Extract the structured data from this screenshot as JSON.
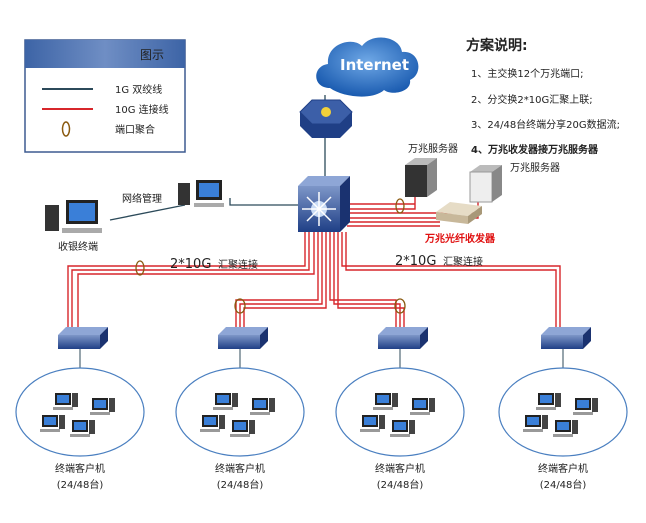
{
  "legend": {
    "title": "图示",
    "items": [
      "1G 双绞线",
      "10G 连接线",
      "端口聚合"
    ],
    "colors": {
      "1g": "#2c4a5a",
      "10g": "#d7262b",
      "agg": "#8a5a10"
    }
  },
  "internet": "Internet",
  "plan": {
    "title": "方案说明:",
    "items": [
      "1、主交换12个万兆端口;",
      "2、分交换2*10G汇聚上联;",
      "3、24/48台终端分享20G数据流;",
      "4、万兆收发器接万兆服务器"
    ]
  },
  "labels": {
    "server1": "万兆服务器",
    "server2": "万兆服务器",
    "transceiver": "万兆光纤收发器",
    "mgmt": "网络管理",
    "cashier": "收银终端",
    "agg_left_num": "2*10G",
    "agg_left_txt": "汇聚连接",
    "agg_right_num": "2*10G",
    "agg_right_txt": "汇聚连接"
  },
  "groups": [
    {
      "name": "终端客户机",
      "count": "(24/48台)"
    },
    {
      "name": "终端客户机",
      "count": "(24/48台)"
    },
    {
      "name": "终端客户机",
      "count": "(24/48台)"
    },
    {
      "name": "终端客户机",
      "count": "(24/48台)"
    }
  ]
}
